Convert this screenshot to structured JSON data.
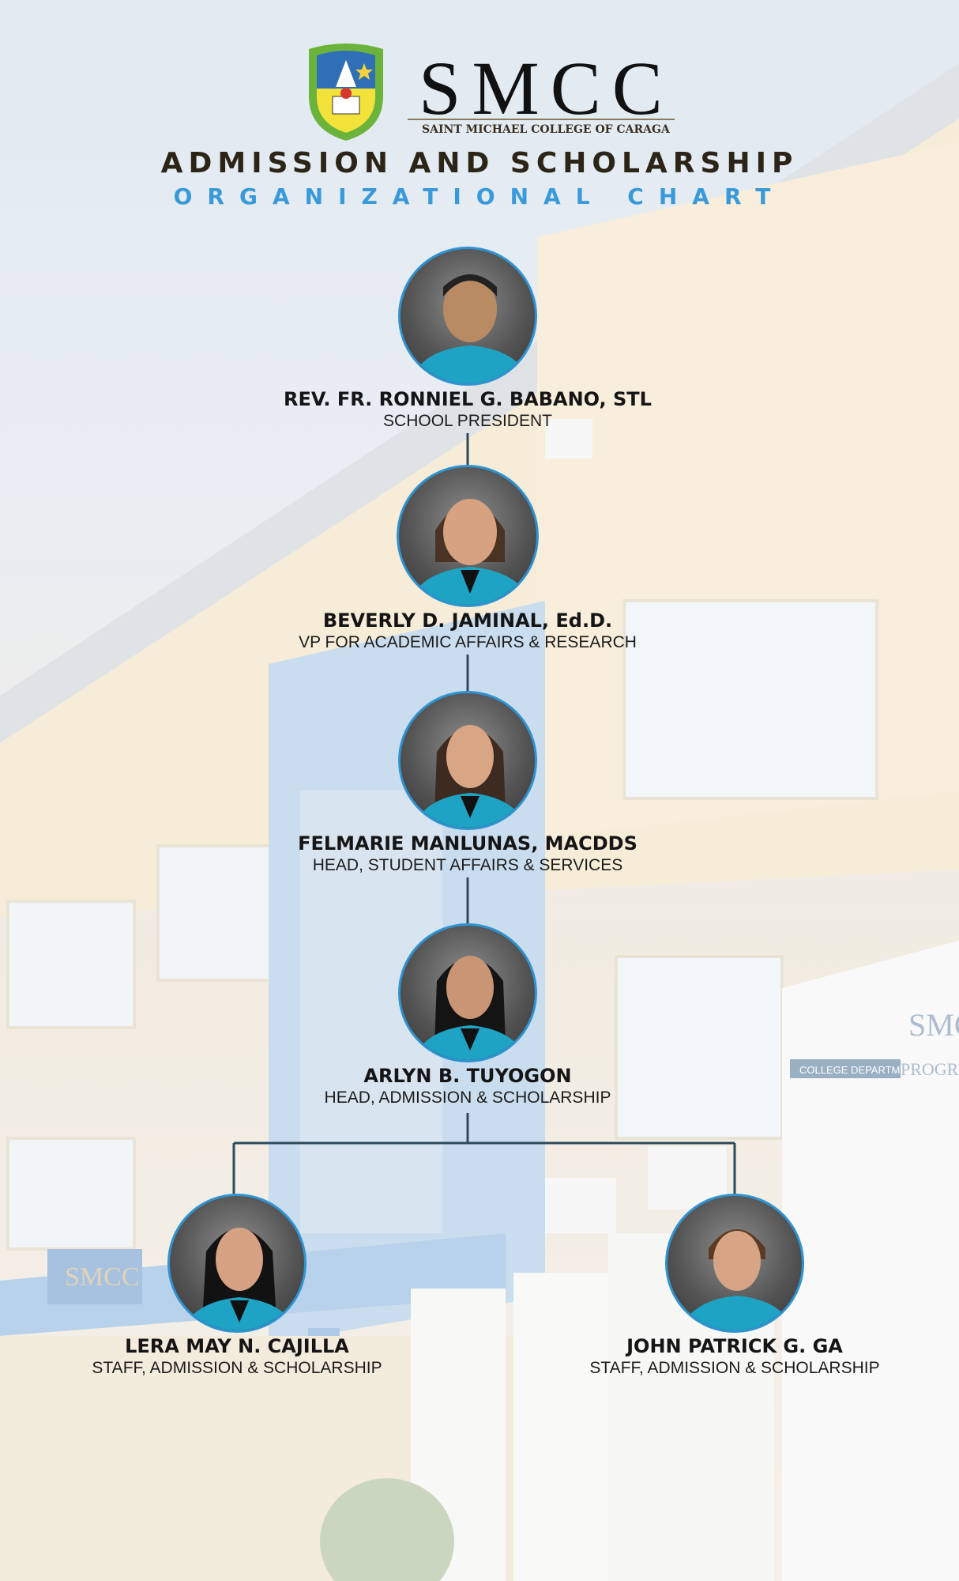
{
  "header": {
    "seal_text": "SAINT MICHAEL COLLEGE OF CARAGA",
    "brand": "SMCC",
    "college_name": "SAINT MICHAEL COLLEGE OF CARAGA",
    "title": "ADMISSION AND SCHOLARSHIP",
    "subtitle": "ORGANIZATIONAL CHART"
  },
  "colors": {
    "accent": "#3a9ad9",
    "connector": "#2d4a5a",
    "title": "#2c2517",
    "uniform": "#1fa3c4"
  },
  "background": {
    "banner_brand": "SMCC",
    "banner_program": "PROGRA",
    "banner_department": "COLLEGE DEPARTMENT"
  },
  "org": [
    {
      "id": "president",
      "name": "REV. FR. RONNIEL G. BABANO, STL",
      "role": "SCHOOL PRESIDENT",
      "reports_to": null
    },
    {
      "id": "vpaa",
      "name": "BEVERLY D. JAMINAL, Ed.D.",
      "role": "VP FOR ACADEMIC AFFAIRS & RESEARCH",
      "reports_to": "president"
    },
    {
      "id": "sas",
      "name": "FELMARIE MANLUNAS, MACDDS",
      "role": "HEAD, STUDENT AFFAIRS & SERVICES",
      "reports_to": "vpaa"
    },
    {
      "id": "admission",
      "name": "ARLYN B. TUYOGON",
      "role": "HEAD, ADMISSION & SCHOLARSHIP",
      "reports_to": "sas"
    },
    {
      "id": "staff1",
      "name": "LERA MAY N. CAJILLA",
      "role": "STAFF, ADMISSION & SCHOLARSHIP",
      "reports_to": "admission"
    },
    {
      "id": "staff2",
      "name": "JOHN PATRICK G. GA",
      "role": "STAFF, ADMISSION & SCHOLARSHIP",
      "reports_to": "admission"
    }
  ]
}
